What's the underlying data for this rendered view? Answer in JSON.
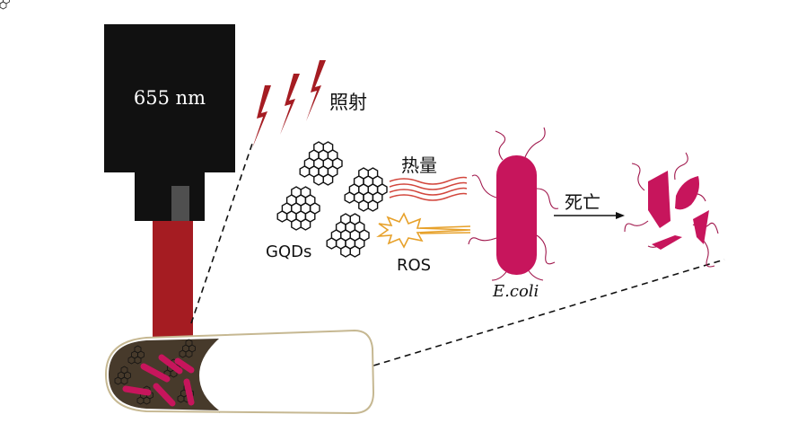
{
  "laser": {
    "wavelength_label": "655 nm"
  },
  "labels": {
    "irradiation": "照射",
    "gqds": "GQDs",
    "heat": "热量",
    "ros": "ROS",
    "ecoli": "E.coli",
    "death": "死亡"
  },
  "colors": {
    "laser_body": "#111111",
    "laser_beam": "#a51c22",
    "lightning": "#a51c22",
    "bacteria": "#c7155c",
    "flagella": "#a0174c",
    "heat_waves": "#d2463c",
    "ros_burst": "#e7a12a",
    "tube_fill": "#473a2b",
    "tube_outline": "#c6b892"
  }
}
